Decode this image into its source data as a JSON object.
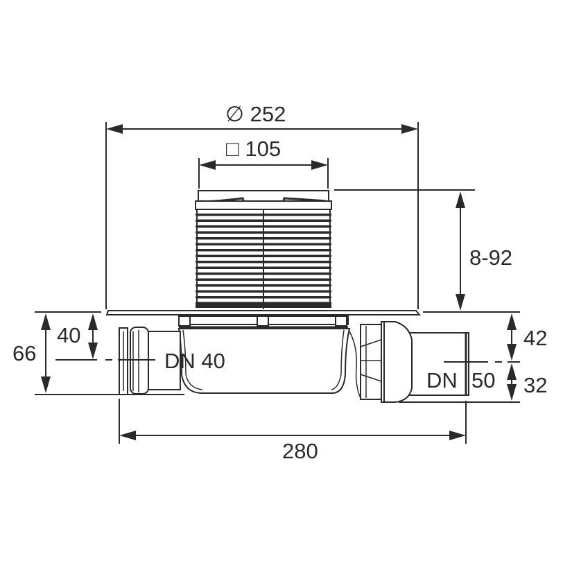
{
  "diagram": {
    "subject": "Floor drain with adjustable grate extension",
    "colors": {
      "line": "#2a2a2a",
      "background": "#ffffff"
    },
    "dimensions": {
      "flange_diameter": {
        "symbol": "∅",
        "value": "252",
        "label": "∅ 252"
      },
      "grate_square": {
        "symbol": "□",
        "value": "105",
        "label": "□ 105"
      },
      "height_adjust": {
        "label": "8-92"
      },
      "total_length": {
        "label": "280"
      },
      "left_total_height": {
        "label": "66"
      },
      "left_outlet_center": {
        "label": "40"
      },
      "right_upper": {
        "label": "42"
      },
      "right_lower": {
        "label": "32"
      }
    },
    "outlets": {
      "left": {
        "label": "DN 40"
      },
      "right": {
        "label_a": "DN",
        "label_b": "50"
      }
    }
  }
}
